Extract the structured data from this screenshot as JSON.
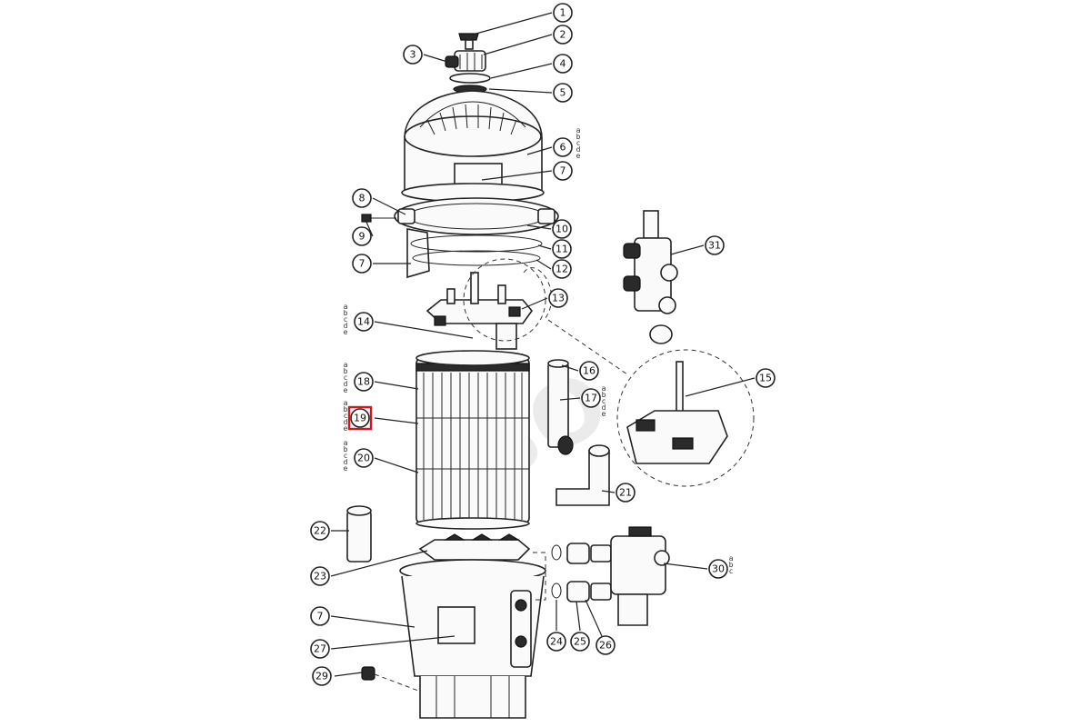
{
  "watermark": "-BO",
  "callouts": [
    {
      "number": "1",
      "name": "callout-1"
    },
    {
      "number": "2",
      "name": "callout-2"
    },
    {
      "number": "3",
      "name": "callout-3"
    },
    {
      "number": "4",
      "name": "callout-4"
    },
    {
      "number": "5",
      "name": "callout-5"
    },
    {
      "number": "6",
      "name": "callout-6"
    },
    {
      "number": "7",
      "name": "callout-7-lid-label"
    },
    {
      "number": "8",
      "name": "callout-8"
    },
    {
      "number": "9",
      "name": "callout-9"
    },
    {
      "number": "7",
      "name": "callout-7-clamp-label"
    },
    {
      "number": "10",
      "name": "callout-10"
    },
    {
      "number": "11",
      "name": "callout-11"
    },
    {
      "number": "12",
      "name": "callout-12"
    },
    {
      "number": "13",
      "name": "callout-13"
    },
    {
      "number": "14",
      "name": "callout-14"
    },
    {
      "number": "15",
      "name": "callout-15"
    },
    {
      "number": "16",
      "name": "callout-16"
    },
    {
      "number": "17",
      "name": "callout-17"
    },
    {
      "number": "18",
      "name": "callout-18"
    },
    {
      "number": "19",
      "name": "callout-19-highlighted",
      "highlighted": true
    },
    {
      "number": "20",
      "name": "callout-20"
    },
    {
      "number": "21",
      "name": "callout-21"
    },
    {
      "number": "22",
      "name": "callout-22"
    },
    {
      "number": "23",
      "name": "callout-23"
    },
    {
      "number": "24",
      "name": "callout-24"
    },
    {
      "number": "25",
      "name": "callout-25"
    },
    {
      "number": "26",
      "name": "callout-26"
    },
    {
      "number": "7",
      "name": "callout-7-tank-label"
    },
    {
      "number": "27",
      "name": "callout-27"
    },
    {
      "number": "29",
      "name": "callout-29"
    },
    {
      "number": "30",
      "name": "callout-30"
    },
    {
      "number": "31",
      "name": "callout-31"
    }
  ],
  "variant_letters": {
    "five": [
      "a",
      "b",
      "c",
      "d",
      "e"
    ],
    "three": [
      "a",
      "b",
      "c"
    ]
  },
  "colors": {
    "line": "#222222",
    "highlight": "#d8141c",
    "watermark": "#c8c8c8"
  }
}
